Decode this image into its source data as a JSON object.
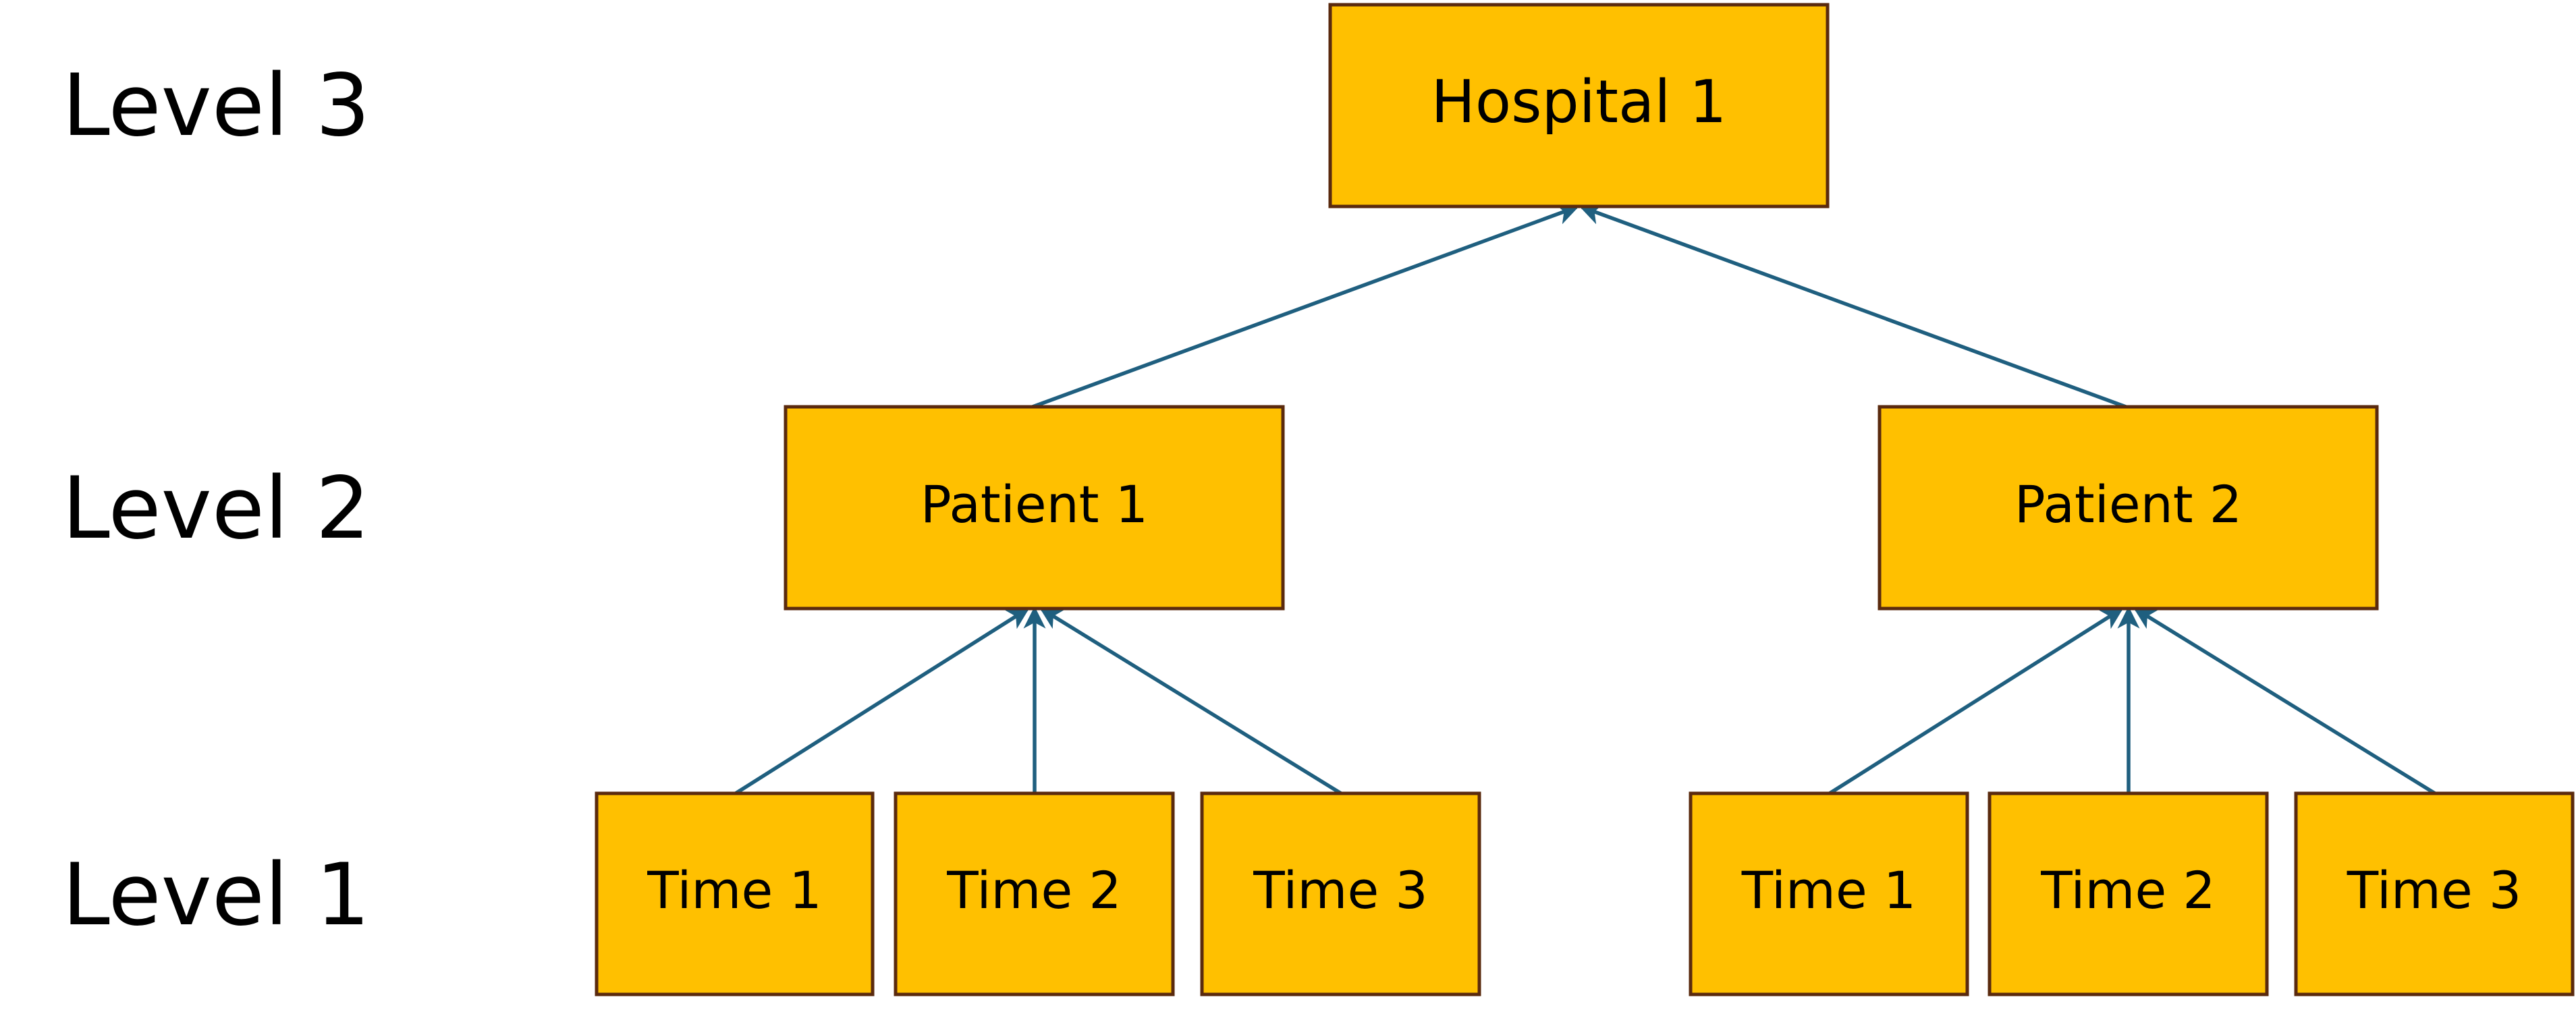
{
  "colors": {
    "node_fill": "#FFC000",
    "node_border": "#5A2A0E",
    "connector": "#1F5F7F",
    "label_text": "#000000",
    "background": "#FFFFFF"
  },
  "levels": [
    {
      "id": "level-3",
      "label": "Level 3"
    },
    {
      "id": "level-2",
      "label": "Level 2"
    },
    {
      "id": "level-1",
      "label": "Level 1"
    }
  ],
  "nodes": [
    {
      "id": "hospital-1",
      "level": 3,
      "label": "Hospital 1",
      "parent": null
    },
    {
      "id": "patient-1",
      "level": 2,
      "label": "Patient 1",
      "parent": "hospital-1"
    },
    {
      "id": "patient-2",
      "level": 2,
      "label": "Patient 2",
      "parent": "hospital-1"
    },
    {
      "id": "p1-time-1",
      "level": 1,
      "label": "Time 1",
      "parent": "patient-1"
    },
    {
      "id": "p1-time-2",
      "level": 1,
      "label": "Time 2",
      "parent": "patient-1"
    },
    {
      "id": "p1-time-3",
      "level": 1,
      "label": "Time 3",
      "parent": "patient-1"
    },
    {
      "id": "p2-time-1",
      "level": 1,
      "label": "Time 1",
      "parent": "patient-2"
    },
    {
      "id": "p2-time-2",
      "level": 1,
      "label": "Time 2",
      "parent": "patient-2"
    },
    {
      "id": "p2-time-3",
      "level": 1,
      "label": "Time 3",
      "parent": "patient-2"
    }
  ],
  "edge_style": {
    "arrowhead": "open",
    "direction": "child-to-parent"
  }
}
